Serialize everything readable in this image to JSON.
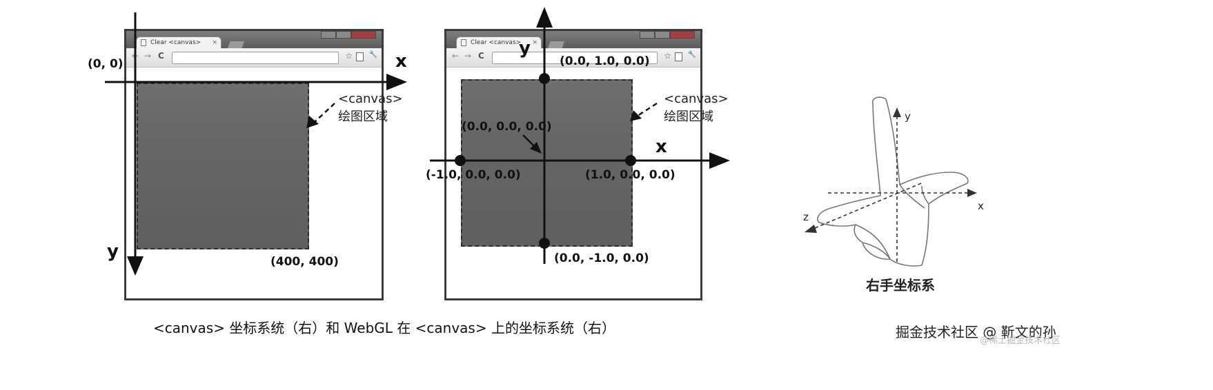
{
  "browser": {
    "tab_title": "Clear <canvas>",
    "tab_close": "×",
    "back": "←",
    "forward": "→",
    "reload": "C",
    "star": "☆",
    "wrench": "🔧"
  },
  "left_diagram": {
    "origin_label": "(0, 0)",
    "corner_label": "(400, 400)",
    "x_axis_label": "x",
    "y_axis_label": "y",
    "canvas_label": "<canvas>",
    "drawing_area_label": "绘图区域"
  },
  "right_diagram": {
    "top_label": "(0.0, 1.0, 0.0)",
    "bottom_label": "(0.0, -1.0, 0.0)",
    "left_label": "(-1.0, 0.0, 0.0)",
    "right_label": "(1.0, 0.0, 0.0)",
    "center_label": "(0.0, 0.0, 0.0)",
    "x_axis_label": "x",
    "y_axis_label": "y",
    "canvas_label": "<canvas>",
    "drawing_area_label": "绘图区域"
  },
  "hand_diagram": {
    "y_label": "y",
    "x_label": "x",
    "z_label": "z",
    "caption": "右手坐标系"
  },
  "caption": "<canvas> 坐标系统（右）和 WebGL 在 <canvas> 上的坐标系统（右）",
  "watermark": {
    "main": "掘金技术社区 @ 靳文的孙",
    "sub": "@稀土掘金技术社区"
  },
  "colors": {
    "canvas_fill": "#666666",
    "axis": "#111111",
    "frame": "#3b3b3b"
  }
}
